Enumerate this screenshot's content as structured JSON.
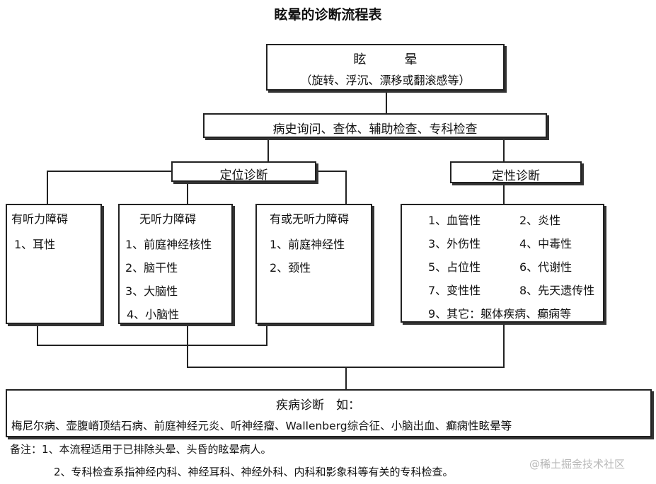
{
  "title": "眩晕的诊断流程表",
  "top_box": {
    "line1": "眩　　　晕",
    "line2": "（旋转、浮沉、漂移或翻滚感等）"
  },
  "exam_box": "病史询问、查体、辅助检查、专科检查",
  "locate_box": "定位诊断",
  "nature_box": "定性诊断",
  "hearing_loss": {
    "title": "有听力障碍",
    "items": [
      "1、耳性"
    ]
  },
  "no_hearing_loss": {
    "title": "无听力障碍",
    "items": [
      "1、前庭神经核性",
      "2、脑干性",
      "3、大脑性",
      "4、小脑性"
    ]
  },
  "either_hearing": {
    "title": "有或无听力障碍",
    "items": [
      "1、前庭神经性",
      "2、颈性"
    ]
  },
  "nature_items": {
    "left": [
      "1、血管性",
      "3、外伤性",
      "5、占位性",
      "7、变性性"
    ],
    "right": [
      "2、炎性",
      "4、中毒性",
      "6、代谢性",
      "8、先天遗传性"
    ],
    "last": "9、其它：躯体疾病、癫痫等"
  },
  "disease_box": {
    "title": "疾病诊断　如：",
    "list": "梅尼尔病、壶腹嵴顶结石病、前庭神经元炎、听神经瘤、Wallenberg综合征、小脑出血、癫痫性眩晕等"
  },
  "notes": [
    "备注：1、本流程适用于已排除头晕、头昏的眩晕病人。",
    "2、专科检查系指神经内科、神经耳科、神经外科、内科和影象科等有关的专科检查。"
  ],
  "watermark": "@稀土掘金技术社区"
}
